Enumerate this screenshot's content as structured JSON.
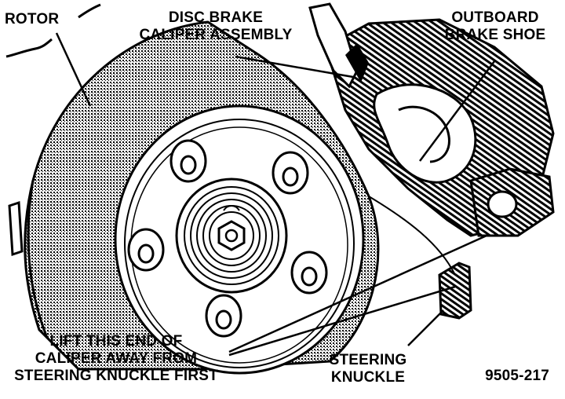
{
  "labels": {
    "rotor": "ROTOR",
    "caliper": [
      "DISC BRAKE",
      "CALIPER ASSEMBLY"
    ],
    "outboard_shoe": [
      "OUTBOARD",
      "BRAKE SHOE"
    ],
    "lift_instruction": [
      "LIFT THIS END OF",
      "CALIPER AWAY FROM",
      "STEERING KNUCKLE FIRST"
    ],
    "steering_knuckle": [
      "STEERING",
      "KNUCKLE"
    ],
    "figure_number": "9505-217"
  },
  "colors": {
    "ink": "#000000",
    "paper": "#ffffff"
  }
}
